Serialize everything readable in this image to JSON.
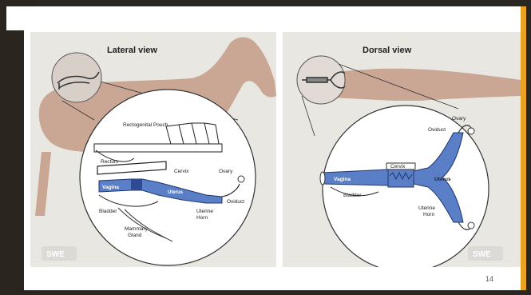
{
  "slide": {
    "number": "14",
    "colors": {
      "accent_bar": "#e9a322",
      "horse_silhouette": "#c49a86",
      "organ_blue": "#5b7fc6",
      "background_dark": "#2a2622"
    }
  },
  "lateral_view": {
    "title": "Lateral view",
    "labels": {
      "rectogenital_pouch": "Rectogenital Pouch",
      "rectum": "Rectum",
      "cervix": "Cervix",
      "ovary": "Ovary",
      "vagina": "Vagina",
      "uterus": "Uterus",
      "oviduct": "Oviduct",
      "bladder": "Bladder",
      "uterine_horn": "Uterine\nHorn",
      "mammary_gland": "Mammary\nGland"
    },
    "watermark": "SWE"
  },
  "dorsal_view": {
    "title": "Dorsal view",
    "labels": {
      "ovary": "Ovary",
      "oviduct": "Oviduct",
      "cervix": "Cervix",
      "vagina": "Vagina",
      "uterus": "Uterus",
      "bladder": "Bladder",
      "uterine_horn": "Uterine\nHorn"
    },
    "watermark": "SWE"
  }
}
